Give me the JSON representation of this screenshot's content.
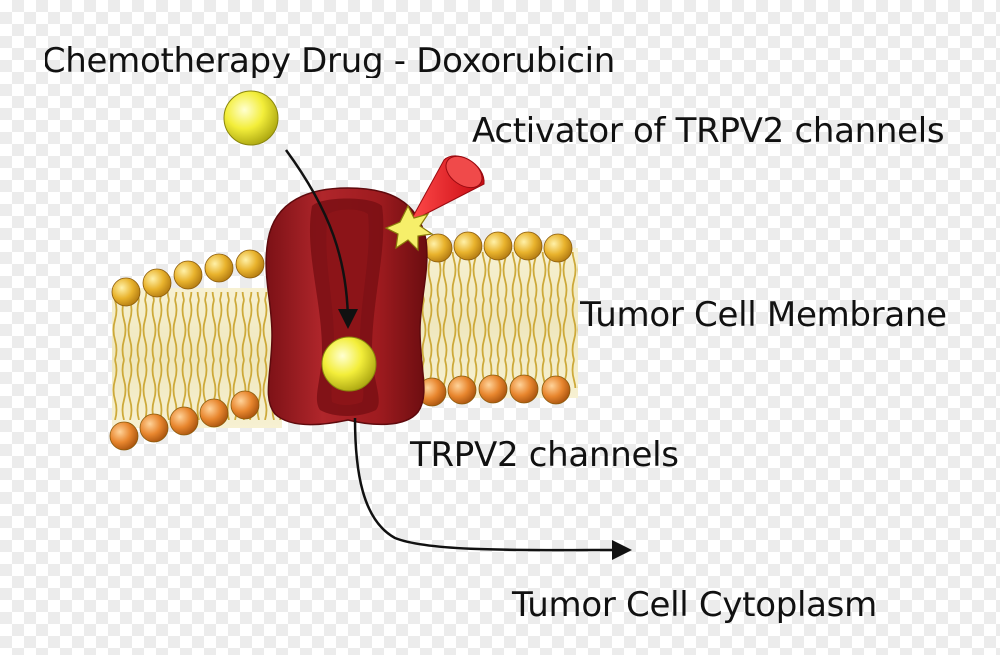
{
  "labels": {
    "drug": "Chemotherapy Drug - Doxorubicin",
    "activator": "Activator of TRPV2 channels",
    "membrane": "Tumor Cell Membrane",
    "channel": "TRPV2 channels",
    "cytoplasm": "Tumor Cell Cytoplasm"
  },
  "colors": {
    "channel": "#9e1b1f",
    "channel_dark": "#6b0d10",
    "drug": "#f3ee3a",
    "activator": "#e0141b",
    "lipid_head_top": "#e9b32d",
    "lipid_head_bottom": "#e8862e",
    "lipid_tail": "#c9a22a",
    "membrane_core": "#f3edc6"
  }
}
